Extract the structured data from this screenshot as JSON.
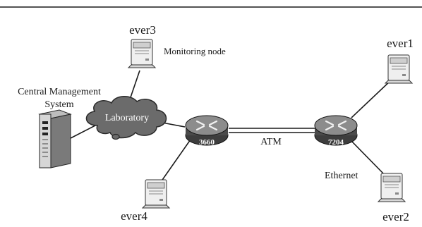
{
  "nodes": {
    "ever1": {
      "label": "ever1"
    },
    "ever2": {
      "label": "ever2"
    },
    "ever3": {
      "label": "ever3",
      "note": "Monitoring node"
    },
    "ever4": {
      "label": "ever4"
    },
    "central": {
      "line1": "Central Management",
      "line2": "System"
    },
    "cloud": {
      "label": "Laboratory"
    },
    "router_left": {
      "label": "3660"
    },
    "router_right": {
      "label": "7204"
    }
  },
  "links": {
    "atm": {
      "label": "ATM"
    },
    "ethernet": {
      "label": "Ethernet"
    }
  },
  "colors": {
    "line": "#1a1a1a",
    "router_body": "#555555",
    "router_top": "#8a8a8a",
    "cloud_fill": "#6b6b6b",
    "computer": "#e2e2e2"
  },
  "icons": [
    "computer-icon",
    "server-tower-icon",
    "router-icon",
    "cloud-icon"
  ]
}
